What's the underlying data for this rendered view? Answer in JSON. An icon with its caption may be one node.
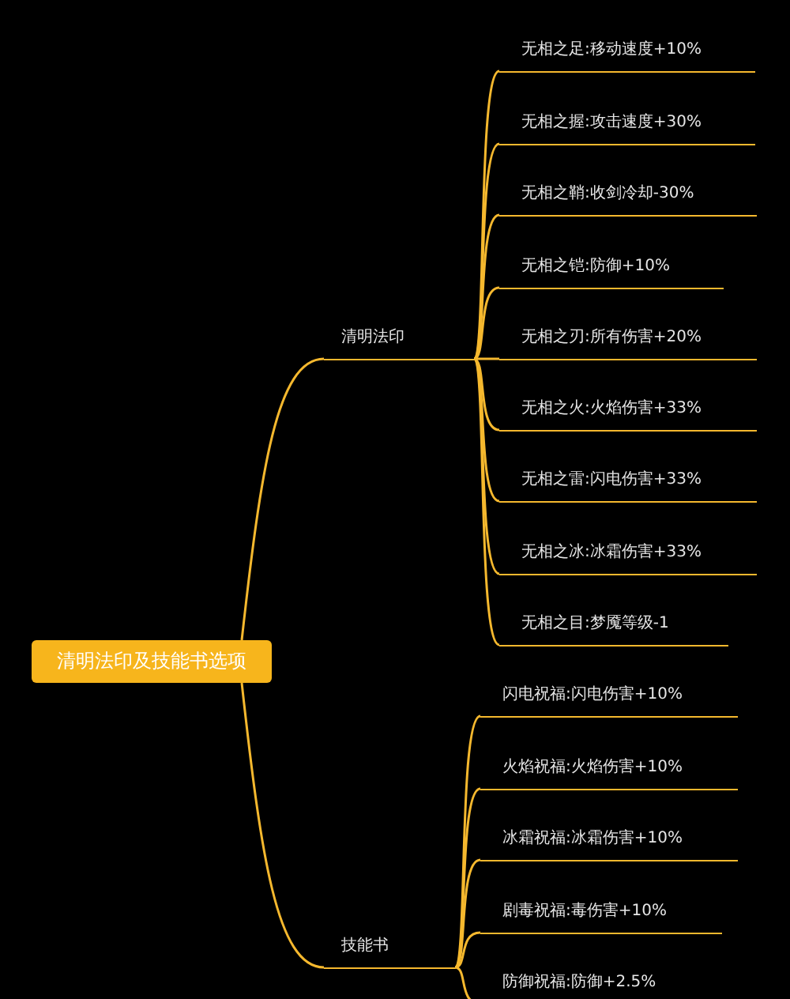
{
  "diagram": {
    "nodes": [
      {
        "text": [
          "清明法印及技能书选项"
        ]
      },
      {
        "text": [
          "清明法印"
        ]
      },
      {
        "text": [
          "技能书"
        ]
      },
      {
        "text": [
          "无相之足:移动速度+10%"
        ]
      },
      {
        "text": [
          "无相之握:攻击速度+30%"
        ]
      },
      {
        "text": [
          "无相之鞘:收剑冷却-30%"
        ]
      },
      {
        "text": [
          "无相之铠:防御+10%"
        ]
      },
      {
        "text": [
          "无相之刃:所有伤害+20%"
        ]
      },
      {
        "text": [
          "无相之火:火焰伤害+33%"
        ]
      },
      {
        "text": [
          "无相之雷:闪电伤害+33%"
        ]
      },
      {
        "text": [
          "无相之冰:冰霜伤害+33%"
        ]
      },
      {
        "text": [
          "无相之目:梦魇等级-1"
        ]
      },
      {
        "text": [
          "闪电祝福:闪电伤害+10%"
        ]
      },
      {
        "text": [
          "火焰祝福:火焰伤害+10%"
        ]
      },
      {
        "text": [
          "冰霜祝福:冰霜伤害+10%"
        ]
      },
      {
        "text": [
          "剧毒祝福:毒伤害+10%"
        ]
      },
      {
        "text": [
          "防御祝福:防御+2.5%"
        ]
      }
    ],
    "edges": [
      {
        "from": 0,
        "to": 1,
        "arrow": "none"
      },
      {
        "from": 0,
        "to": 2,
        "arrow": "none"
      },
      {
        "from": 1,
        "to": 3,
        "arrow": "none"
      },
      {
        "from": 1,
        "to": 4,
        "arrow": "none"
      },
      {
        "from": 1,
        "to": 5,
        "arrow": "none"
      },
      {
        "from": 1,
        "to": 6,
        "arrow": "none"
      },
      {
        "from": 1,
        "to": 7,
        "arrow": "none"
      },
      {
        "from": 1,
        "to": 8,
        "arrow": "none"
      },
      {
        "from": 1,
        "to": 9,
        "arrow": "none"
      },
      {
        "from": 1,
        "to": 10,
        "arrow": "none"
      },
      {
        "from": 1,
        "to": 11,
        "arrow": "none"
      },
      {
        "from": 2,
        "to": 12,
        "arrow": "none"
      },
      {
        "from": 2,
        "to": 13,
        "arrow": "none"
      },
      {
        "from": 2,
        "to": 14,
        "arrow": "none"
      },
      {
        "from": 2,
        "to": 15,
        "arrow": "none"
      },
      {
        "from": 2,
        "to": 16,
        "arrow": "none"
      }
    ]
  }
}
